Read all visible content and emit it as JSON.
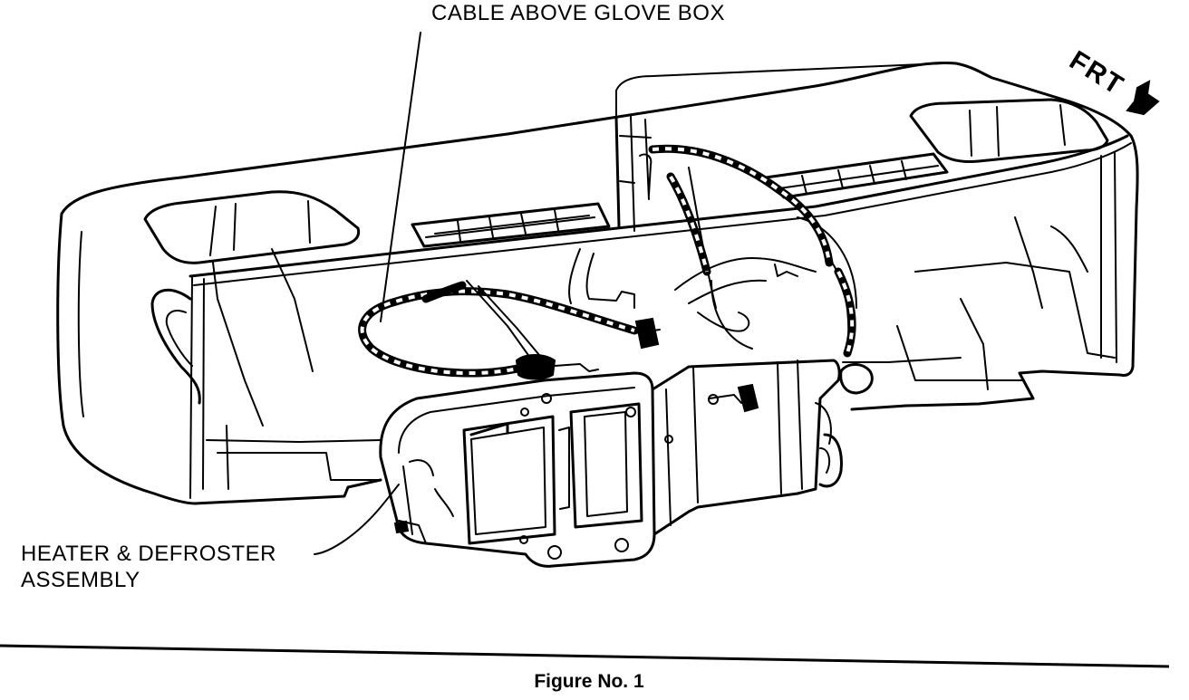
{
  "labels": {
    "cable": "CABLE ABOVE GLOVE BOX",
    "assembly_line1": "HEATER & DEFROSTER",
    "assembly_line2": "ASSEMBLY",
    "front": "FRT"
  },
  "caption": "Figure No. 1",
  "icons": {
    "front_arrow": "arrow-down-right-icon"
  }
}
